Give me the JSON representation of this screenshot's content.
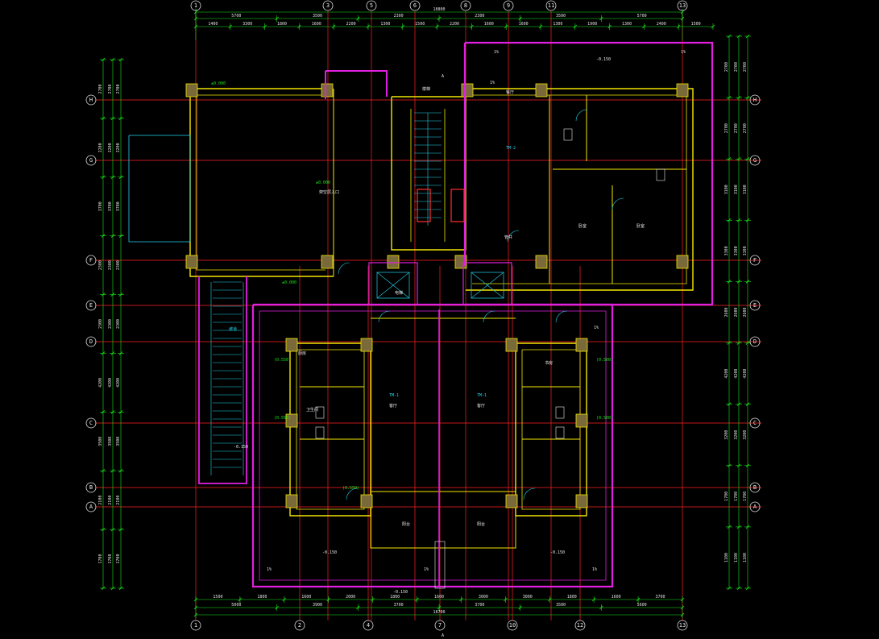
{
  "drawing": {
    "colors": {
      "axis_line": "#ff2020",
      "wall": "#f2e600",
      "column_fill": "#7a6a3a",
      "boundary": "#e020e0",
      "dimension": "#19e619",
      "text": "#e8e8e8",
      "cyan": "#22d3ee",
      "hatch": "#d4c45a"
    },
    "grid_top": [
      "1",
      "3",
      "5",
      "6",
      "8",
      "9",
      "11",
      "13"
    ],
    "grid_bottom": [
      "1",
      "2",
      "4",
      "7",
      "10",
      "12",
      "13"
    ],
    "grid_rows": [
      "H",
      "G",
      "F",
      "E",
      "D",
      "C",
      "B",
      "A"
    ],
    "dims_top_total": "18800",
    "dims_top_1": [
      "5700",
      "3500",
      "2300",
      "2300",
      "3500",
      "5700"
    ],
    "dims_top_2": [
      "1400",
      "3300",
      "1800",
      "1600",
      "2200",
      "1300",
      "1500",
      "2200",
      "1600",
      "1600",
      "1300",
      "1900",
      "1300",
      "2400",
      "1500"
    ],
    "dims_bottom_total": "18700",
    "dims_bottom_1": [
      "5000",
      "3900",
      "3700",
      "3700",
      "3500",
      "5600"
    ],
    "dims_bottom_2": [
      "1500",
      "1800",
      "1600",
      "2000",
      "1800",
      "1600",
      "3000",
      "3000",
      "1800",
      "1600",
      "3700"
    ],
    "dims_left": [
      "2700",
      "2200",
      "3700",
      "2300",
      "2300",
      "4200",
      "3500",
      "2100",
      "1700"
    ],
    "dims_right": [
      "2700",
      "2700",
      "3100",
      "3300",
      "2600",
      "4200",
      "3200",
      "1700",
      "1100"
    ],
    "levels": [
      "±0.000",
      "±0.000",
      "±0.000",
      "-0.150",
      "-0.150",
      "-0.150",
      "-0.150",
      "-0.150",
      "(0.550)",
      "(0.550)",
      "(0.550)",
      "(0.500)",
      "(0.500)"
    ],
    "room_labels": {
      "hall": "架空层入口",
      "living": "客厅",
      "kitchen": "厨房",
      "bedroom": "卧室",
      "bathroom": "卫生间",
      "balcony": "阳台",
      "dining": "餐厅",
      "study": "书房",
      "pipe": "管井",
      "elevator": "电梯",
      "stair": "楼梯",
      "ramp": "坡道"
    },
    "unit_tags": [
      "TM-1",
      "TM-1",
      "TM-2"
    ],
    "note_tags": [
      "1%",
      "1%",
      "1%",
      "1%",
      "1%",
      "1%",
      "1%",
      "A",
      "A"
    ]
  }
}
